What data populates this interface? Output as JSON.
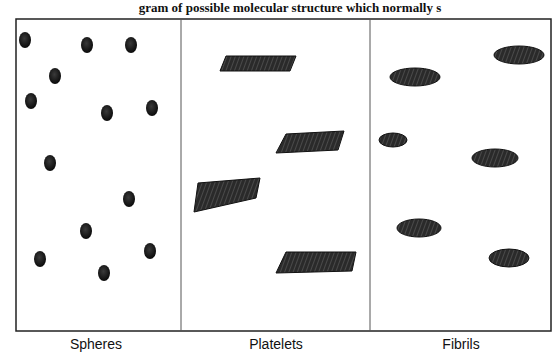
{
  "diagram": {
    "title": "gram of possible molecular structure which normally s",
    "labels": [
      "Spheres",
      "Platelets",
      "Fibrils"
    ]
  }
}
